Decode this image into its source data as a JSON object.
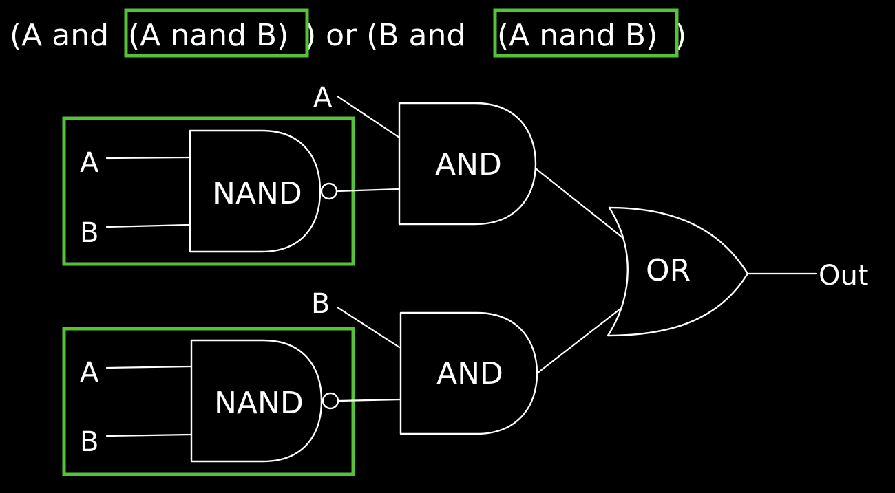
{
  "expression": {
    "p1": "(A and ",
    "p2": "(A nand B)",
    "p3": ") or (B and ",
    "p4": "(A nand B)",
    "p5": ")"
  },
  "gates": {
    "nand_top": "NAND",
    "nand_bottom": "NAND",
    "and_top": "AND",
    "and_bottom": "AND",
    "or": "OR"
  },
  "inputs": {
    "nand_top_a": "A",
    "nand_top_b": "B",
    "nand_bottom_a": "A",
    "nand_bottom_b": "B",
    "and_top_a": "A",
    "and_bottom_b": "B"
  },
  "output": "Out",
  "colors": {
    "background": "#000000",
    "stroke": "#ffffff",
    "highlight": "#56c23a"
  }
}
